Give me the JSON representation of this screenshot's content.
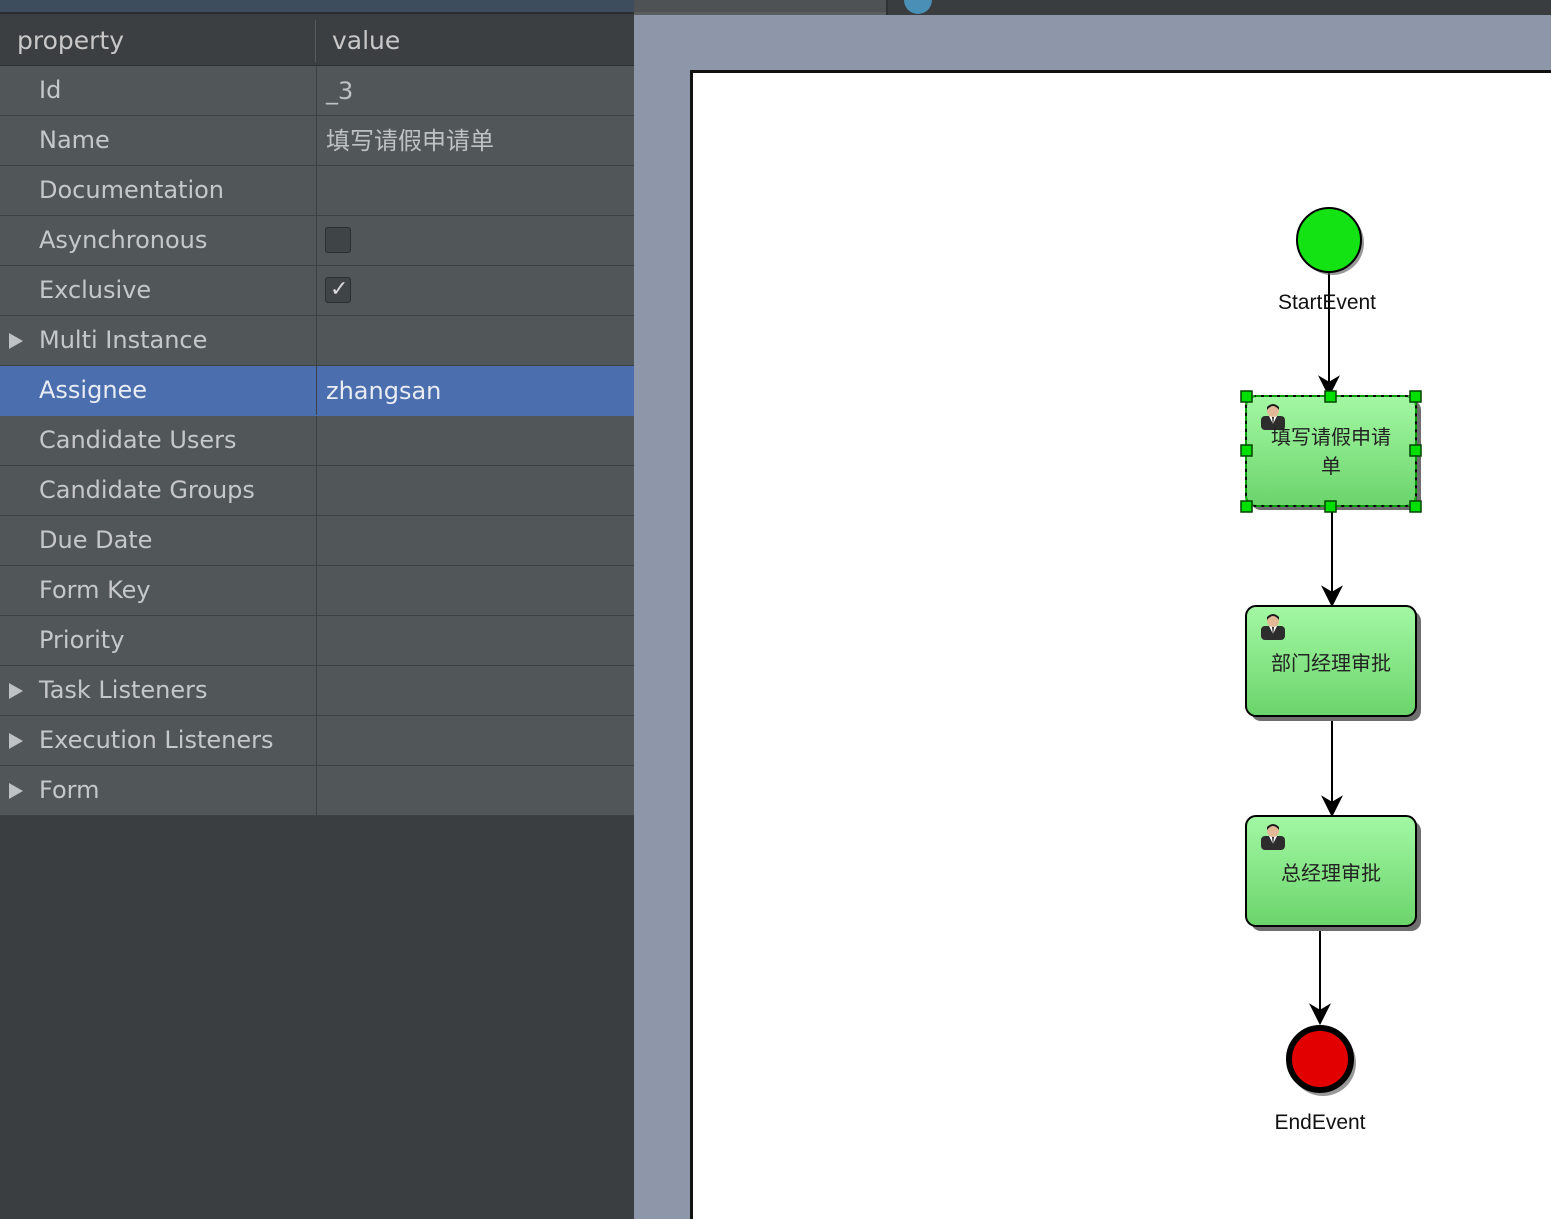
{
  "properties_panel": {
    "header": {
      "col1": "property",
      "col2": "value"
    },
    "rows": [
      {
        "name": "Id",
        "value": "_3",
        "kind": "text",
        "expandable": false,
        "selected": false
      },
      {
        "name": "Name",
        "value": "填写请假申请单",
        "kind": "text",
        "expandable": false,
        "selected": false
      },
      {
        "name": "Documentation",
        "value": "",
        "kind": "text",
        "expandable": false,
        "selected": false
      },
      {
        "name": "Asynchronous",
        "value": "",
        "kind": "checkbox",
        "checked": false,
        "expandable": false,
        "selected": false
      },
      {
        "name": "Exclusive",
        "value": "",
        "kind": "checkbox",
        "checked": true,
        "expandable": false,
        "selected": false
      },
      {
        "name": "Multi Instance",
        "value": "",
        "kind": "text",
        "expandable": true,
        "selected": false
      },
      {
        "name": "Assignee",
        "value": "zhangsan",
        "kind": "text",
        "expandable": false,
        "selected": true
      },
      {
        "name": "Candidate Users",
        "value": "",
        "kind": "text",
        "expandable": false,
        "selected": false
      },
      {
        "name": "Candidate Groups",
        "value": "",
        "kind": "text",
        "expandable": false,
        "selected": false
      },
      {
        "name": "Due Date",
        "value": "",
        "kind": "text",
        "expandable": false,
        "selected": false
      },
      {
        "name": "Form Key",
        "value": "",
        "kind": "text",
        "expandable": false,
        "selected": false
      },
      {
        "name": "Priority",
        "value": "",
        "kind": "text",
        "expandable": false,
        "selected": false
      },
      {
        "name": "Task Listeners",
        "value": "",
        "kind": "text",
        "expandable": true,
        "selected": false
      },
      {
        "name": "Execution Listeners",
        "value": "",
        "kind": "text",
        "expandable": true,
        "selected": false
      },
      {
        "name": "Form",
        "value": "",
        "kind": "text",
        "expandable": true,
        "selected": false
      }
    ]
  },
  "diagram": {
    "start_event": {
      "label": "StartEvent",
      "color": "#13e313"
    },
    "end_event": {
      "label": "EndEvent",
      "color": "#e30000"
    },
    "tasks": [
      {
        "lines": [
          "填写请假申请",
          "单"
        ],
        "selected": true,
        "icon": "user-icon"
      },
      {
        "lines": [
          "部门经理审批"
        ],
        "selected": false,
        "icon": "user-icon"
      },
      {
        "lines": [
          "总经理审批"
        ],
        "selected": false,
        "icon": "user-icon"
      }
    ],
    "colors": {
      "task_fill_top": "#a3f8a3",
      "task_fill_bottom": "#6bd46b",
      "selection_handle": "#00e000"
    }
  }
}
